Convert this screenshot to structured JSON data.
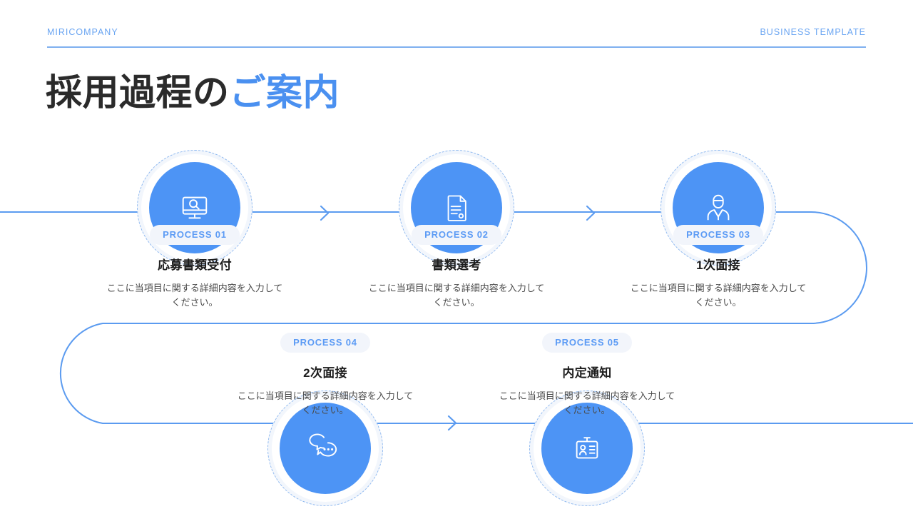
{
  "header": {
    "brand": "MIRICOMPANY",
    "right_label": "BUSINESS TEMPLATE"
  },
  "title": {
    "dark": "採用過程の",
    "accent": "ご案内"
  },
  "colors": {
    "accent_blue": "#4a90f0",
    "circle_blue": "#4d94f5",
    "line_blue": "#5b9bf0",
    "badge_bg": "#f2f5fb",
    "badge_text": "#5c9bf5",
    "title_dark": "#2b2b2b"
  },
  "process": {
    "common_description": "ここに当項目に関する詳細内容を\n入力してください。",
    "steps": [
      {
        "badge": "PROCESS 01",
        "name": "応募書類受付",
        "description": "ここに当項目に関する詳細内容を入力してください。",
        "icon": "monitor-search-icon",
        "position": "top"
      },
      {
        "badge": "PROCESS 02",
        "name": "書類選考",
        "description": "ここに当項目に関する詳細内容を入力してください。",
        "icon": "document-icon",
        "position": "top"
      },
      {
        "badge": "PROCESS 03",
        "name": "1次面接",
        "description": "ここに当項目に関する詳細内容を入力してください。",
        "icon": "interviewer-person-icon",
        "position": "top"
      },
      {
        "badge": "PROCESS 04",
        "name": "2次面接",
        "description": "ここに当項目に関する詳細内容を入力してください。",
        "icon": "chat-bubbles-icon",
        "position": "bottom"
      },
      {
        "badge": "PROCESS 05",
        "name": "内定通知",
        "description": "ここに当項目に関する詳細内容を入力してください。",
        "icon": "id-card-icon",
        "position": "bottom"
      }
    ]
  }
}
